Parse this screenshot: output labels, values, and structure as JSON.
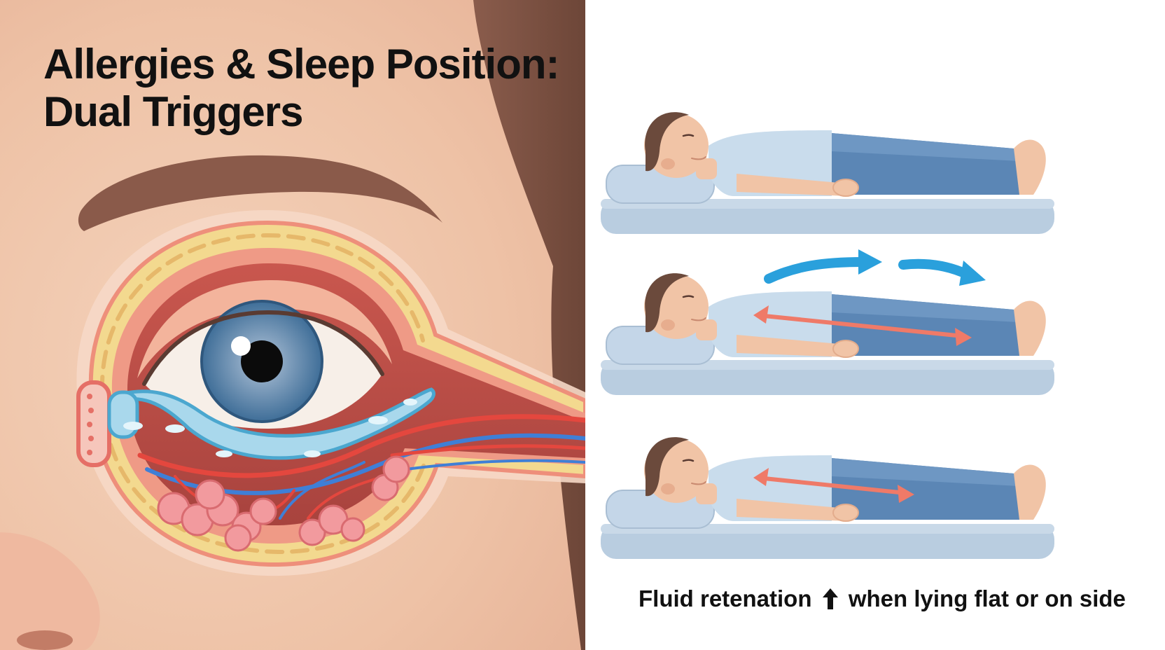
{
  "title": {
    "line1": "Allergies & Sleep Position:",
    "line2": "Dual Triggers"
  },
  "caption": {
    "before": "Fluid retenation",
    "icon": "up-arrow-icon",
    "after": "when lying flat or on side"
  },
  "figures": [
    {
      "name": "sleeper-flat",
      "icons": []
    },
    {
      "name": "sleeper-fluid-shift",
      "icons": [
        "blue-flow-arrow-icon",
        "blue-flow-arrow-icon",
        "red-double-arrow-icon"
      ]
    },
    {
      "name": "sleeper-side-retention",
      "icons": [
        "red-double-arrow-icon"
      ]
    }
  ],
  "colors": {
    "skin": "#f1c4a6",
    "shirt": "#c9dcec",
    "pants": "#5b86b5",
    "mattress": "#b9cde0",
    "pillow": "#c4d6e8",
    "flow_arrow": "#2aa0dc",
    "shift_arrow": "#ef7a68",
    "hair": "#6b4a3c"
  }
}
